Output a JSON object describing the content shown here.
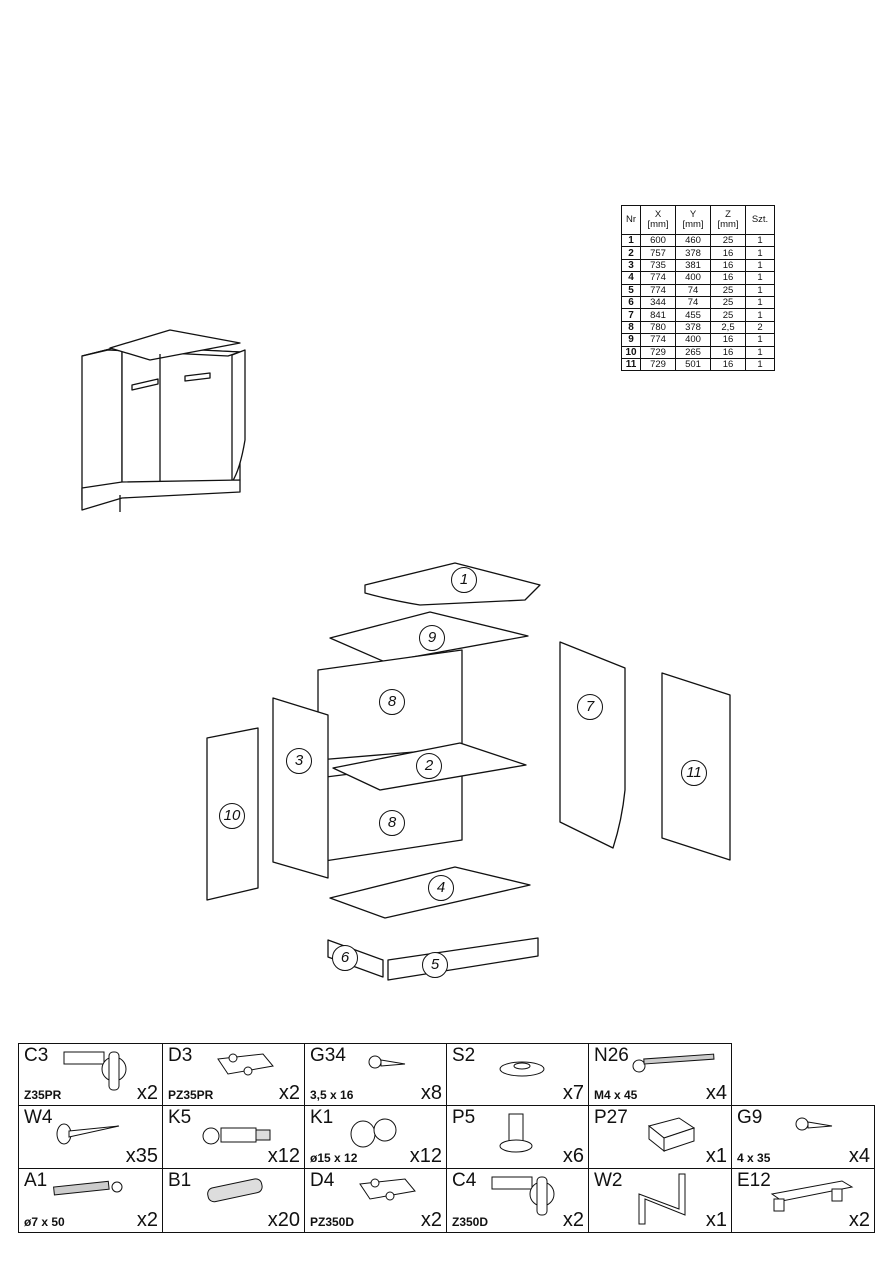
{
  "dimensions_table": {
    "headers": {
      "nr": "Nr",
      "x": "X",
      "y": "Y",
      "z": "Z",
      "unit": "[mm]",
      "qty": "Szt."
    },
    "rows": [
      [
        "1",
        "600",
        "460",
        "25",
        "1"
      ],
      [
        "2",
        "757",
        "378",
        "16",
        "1"
      ],
      [
        "3",
        "735",
        "381",
        "16",
        "1"
      ],
      [
        "4",
        "774",
        "400",
        "16",
        "1"
      ],
      [
        "5",
        "774",
        "74",
        "25",
        "1"
      ],
      [
        "6",
        "344",
        "74",
        "25",
        "1"
      ],
      [
        "7",
        "841",
        "455",
        "25",
        "1"
      ],
      [
        "8",
        "780",
        "378",
        "2,5",
        "2"
      ],
      [
        "9",
        "774",
        "400",
        "16",
        "1"
      ],
      [
        "10",
        "729",
        "265",
        "16",
        "1"
      ],
      [
        "11",
        "729",
        "501",
        "16",
        "1"
      ]
    ]
  },
  "part_labels": [
    "1",
    "9",
    "8",
    "7",
    "11",
    "3",
    "10",
    "2",
    "8",
    "4",
    "6",
    "5"
  ],
  "hardware": [
    {
      "code": "C3",
      "spec": "Z35PR",
      "qty": "x2",
      "icon": "hinge-icon"
    },
    {
      "code": "D3",
      "spec": "PZ35PR",
      "qty": "x2",
      "icon": "mounting-plate-icon"
    },
    {
      "code": "G34",
      "spec": "3,5 x 16",
      "qty": "x8",
      "icon": "screw-icon"
    },
    {
      "code": "S2",
      "spec": "",
      "qty": "x7",
      "icon": "glide-icon"
    },
    {
      "code": "N26",
      "spec": "M4 x 45",
      "qty": "x4",
      "icon": "bolt-icon"
    },
    {
      "code": "W4",
      "spec": "",
      "qty": "x35",
      "icon": "nail-icon"
    },
    {
      "code": "K5",
      "spec": "",
      "qty": "x12",
      "icon": "cam-bolt-icon"
    },
    {
      "code": "K1",
      "spec": "ø15 x 12",
      "qty": "x12",
      "icon": "cam-lock-icon"
    },
    {
      "code": "P5",
      "spec": "",
      "qty": "x6",
      "icon": "shelf-pin-icon"
    },
    {
      "code": "P27",
      "spec": "",
      "qty": "x1",
      "icon": "foot-icon"
    },
    {
      "code": "G9",
      "spec": "4 x 35",
      "qty": "x4",
      "icon": "screw-icon"
    },
    {
      "code": "A1",
      "spec": "ø7 x 50",
      "qty": "x2",
      "icon": "anchor-screw-icon"
    },
    {
      "code": "B1",
      "spec": "",
      "qty": "x20",
      "icon": "dowel-icon"
    },
    {
      "code": "D4",
      "spec": "PZ350D",
      "qty": "x2",
      "icon": "mounting-plate-icon"
    },
    {
      "code": "C4",
      "spec": "Z350D",
      "qty": "x2",
      "icon": "hinge-icon"
    },
    {
      "code": "W2",
      "spec": "",
      "qty": "x1",
      "icon": "allen-key-icon"
    },
    {
      "code": "E12",
      "spec": "",
      "qty": "x2",
      "icon": "handle-icon"
    }
  ]
}
